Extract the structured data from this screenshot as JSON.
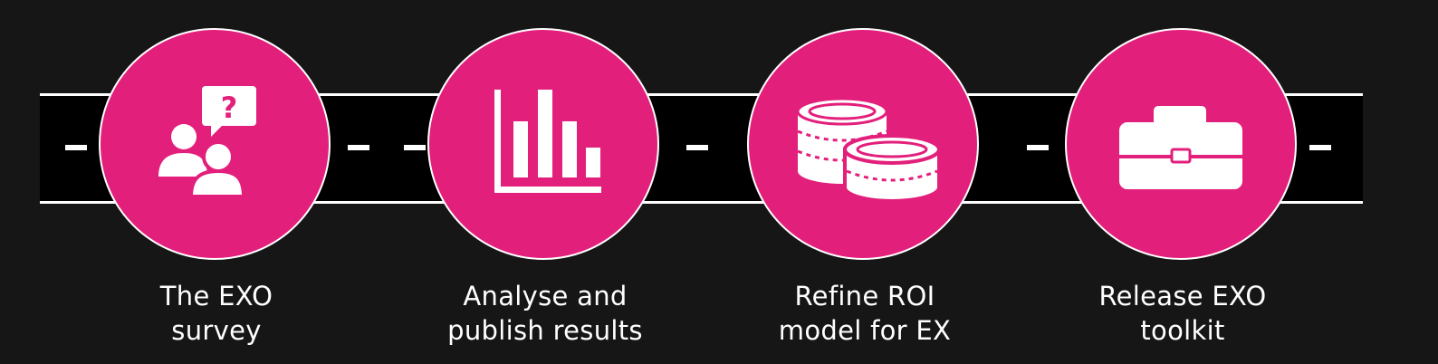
{
  "colors": {
    "background": "#161616",
    "road": "#000000",
    "road_edge": "#ffffff",
    "circle_fill": "#e31f7c",
    "circle_border": "#ffffff",
    "text": "#ffffff"
  },
  "steps": [
    {
      "icon": "survey-people-question-icon",
      "label_line1": "The EXO",
      "label_line2": "survey"
    },
    {
      "icon": "bar-chart-icon",
      "label_line1": "Analyse and",
      "label_line2": "publish results"
    },
    {
      "icon": "coins-icon",
      "label_line1": "Refine ROI",
      "label_line2": "model for EX"
    },
    {
      "icon": "toolbox-icon",
      "label_line1": "Release EXO",
      "label_line2": "toolkit"
    }
  ]
}
